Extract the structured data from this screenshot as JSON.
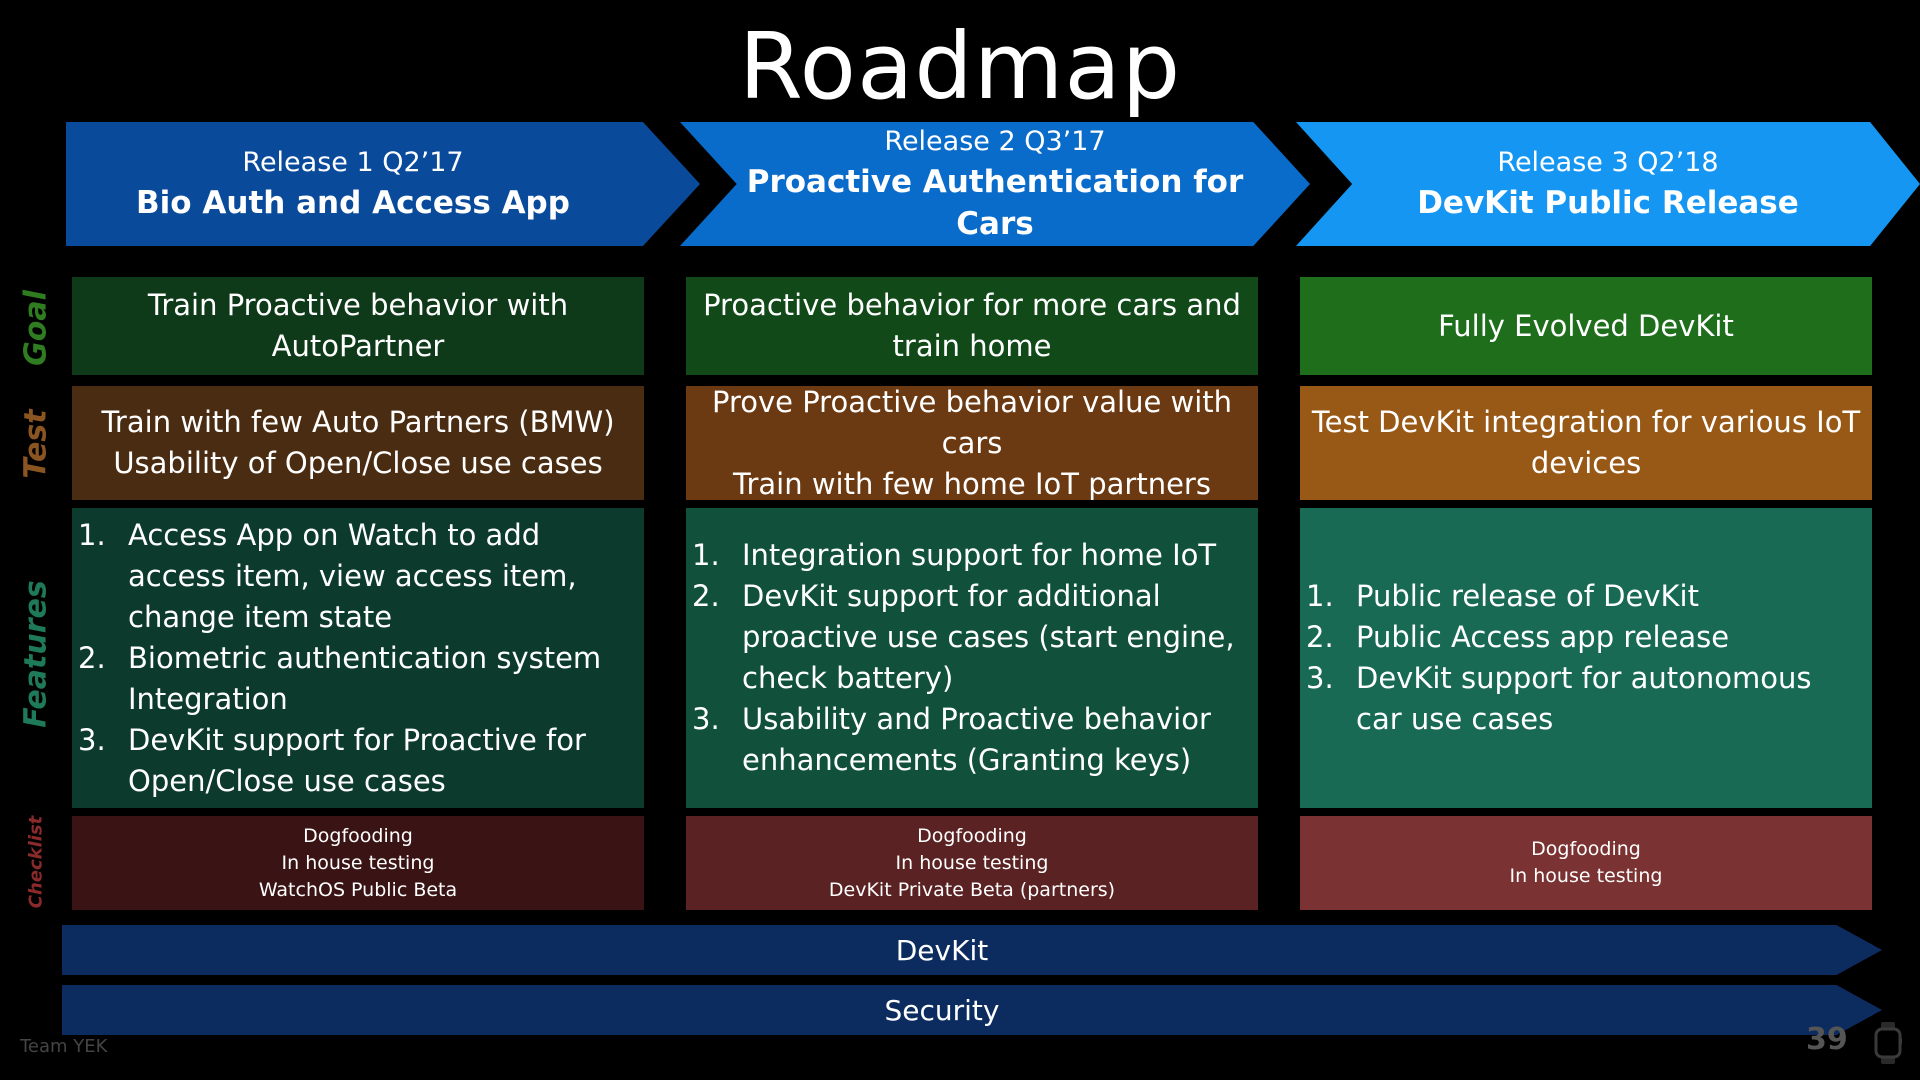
{
  "title": "Roadmap",
  "releases": [
    {
      "sub": "Release 1  Q2’17",
      "name": "Bio Auth and Access App",
      "color": "#0a4a9a"
    },
    {
      "sub": "Release 2  Q3’17",
      "name": "Proactive Authentication for Cars",
      "color": "#0a6cca"
    },
    {
      "sub": "Release 3  Q2’18",
      "name": "DevKit Public Release",
      "color": "#1596f3"
    }
  ],
  "row_labels": {
    "goal": "Goal",
    "test": "Test",
    "features": "Features",
    "checklist": "Checklist"
  },
  "goals": [
    "Train Proactive behavior with AutoPartner",
    "Proactive behavior for more cars and train home",
    "Fully Evolved DevKit"
  ],
  "tests": [
    [
      "Train with few Auto Partners (BMW)",
      "Usability of Open/Close use cases"
    ],
    [
      "Prove Proactive behavior value with cars",
      "Train with few home IoT partners"
    ],
    [
      "Test DevKit integration for various IoT devices"
    ]
  ],
  "features": [
    [
      "Access App on Watch to add access item, view access item, change item state",
      "Biometric authentication system Integration",
      "DevKit support for Proactive for Open/Close use cases"
    ],
    [
      "Integration support for home IoT",
      "DevKit support for additional proactive use cases (start engine, check battery)",
      "Usability and Proactive behavior enhancements (Granting keys)"
    ],
    [
      "Public release of DevKit",
      "Public Access app release",
      "DevKit support for autonomous car use cases"
    ]
  ],
  "checklist": [
    [
      "Dogfooding",
      "In house testing",
      "WatchOS Public Beta"
    ],
    [
      "Dogfooding",
      "In house testing",
      "DevKit Private Beta (partners)"
    ],
    [
      "Dogfooding",
      "In house testing"
    ]
  ],
  "bands": {
    "devkit": "DevKit",
    "security": "Security"
  },
  "footer": "Team YEK",
  "page_number": "39",
  "icons": {
    "watch": "watch-icon"
  }
}
